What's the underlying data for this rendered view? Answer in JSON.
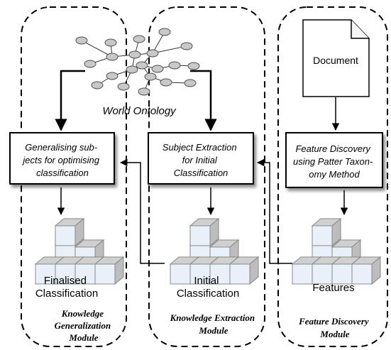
{
  "ontology": {
    "label": "World Ontology"
  },
  "document": {
    "label": "Document"
  },
  "process_boxes": [
    {
      "lines": [
        "Generalising sub-",
        "jects for optimising",
        "classification"
      ]
    },
    {
      "lines": [
        "Subject Extraction",
        "for Initial",
        "Classification"
      ]
    },
    {
      "lines": [
        "Feature Discovery",
        "using Patter Taxon-",
        "omy Method"
      ]
    }
  ],
  "outputs": [
    {
      "lines": [
        "Finalised",
        "Classification"
      ]
    },
    {
      "lines": [
        "Initial",
        "Classification"
      ]
    },
    {
      "lines": [
        "Features"
      ]
    }
  ],
  "modules": [
    {
      "lines": [
        "Knowledge",
        "Generalization",
        "Module"
      ]
    },
    {
      "lines": [
        "Knowledge Extraction",
        "Module"
      ]
    },
    {
      "lines": [
        "Feature Discovery",
        "Module"
      ]
    }
  ]
}
